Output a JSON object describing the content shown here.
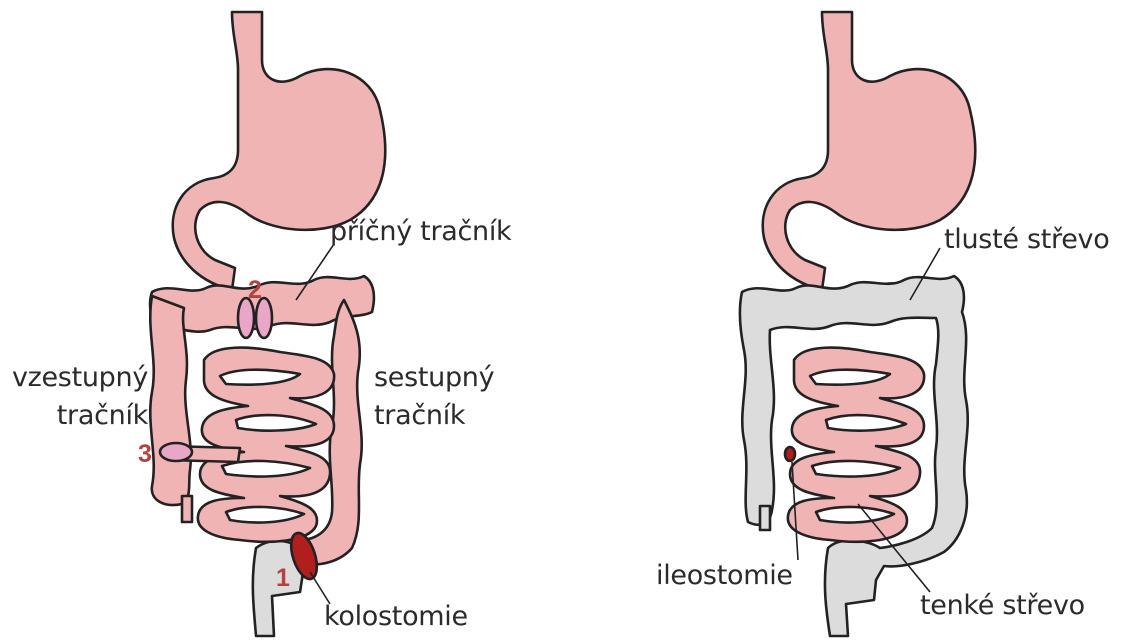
{
  "left_diagram": {
    "labels": {
      "transverse": "příčný tračník",
      "ascending_1": "vzestupný",
      "ascending_2": "tračník",
      "descending_1": "sestupný",
      "descending_2": "tračník",
      "colostomy": "kolostomie"
    },
    "markers": [
      "1",
      "2",
      "3"
    ]
  },
  "right_diagram": {
    "labels": {
      "large_intestine": "tlusté střevo",
      "ileostomy": "ileostomie",
      "small_intestine": "tenké střevo"
    }
  },
  "colors": {
    "organ_pink": "#f0b4b4",
    "colon_grey": "#dcdcdc",
    "stoma_dark_red": "#b01e1e",
    "cut_pink": "#e9a6c6",
    "marker_red": "#b84040"
  }
}
